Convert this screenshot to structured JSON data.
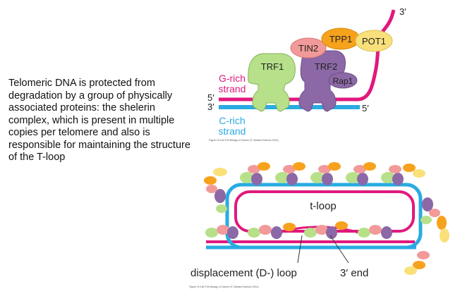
{
  "description_text": "Telomeric DNA is protected from degradation  by a group of physically associated proteins: the shelerin complex, which is present in multiple copies per telomere and also is responsible for maintaining the structure of the T-loop",
  "top_diagram": {
    "g_strand_line1": "G-rich",
    "g_strand_line2": "strand",
    "c_strand_line1": "C-rich",
    "c_strand_line2": "strand",
    "five_prime_left": "5′",
    "three_prime_left": "3′",
    "five_prime_right": "5′",
    "three_prime_top": "3′",
    "proteins": {
      "trf1": "TRF1",
      "trf2": "TRF2",
      "tin2": "TIN2",
      "tpp1": "TPP1",
      "pot1": "POT1",
      "rap1": "Rap1"
    },
    "figure_credit": "Figure 10.10a The Biology of Cancer (© Garland Science 2014)"
  },
  "bottom_diagram": {
    "tloop_label": "t-loop",
    "dloop_label": "displacement (D-) loop",
    "three_end_label": "3′ end",
    "figure_credit": "Figure 10.10b The Biology of Cancer (© Garland Science 2014)"
  },
  "colors": {
    "g_strand": "#e0197d",
    "c_strand": "#29abe2",
    "trf1": "#b7e08a",
    "trf2": "#8c68a6",
    "tin2": "#f29a9a",
    "tpp1": "#f7a21c",
    "pot1": "#f9e07a"
  }
}
